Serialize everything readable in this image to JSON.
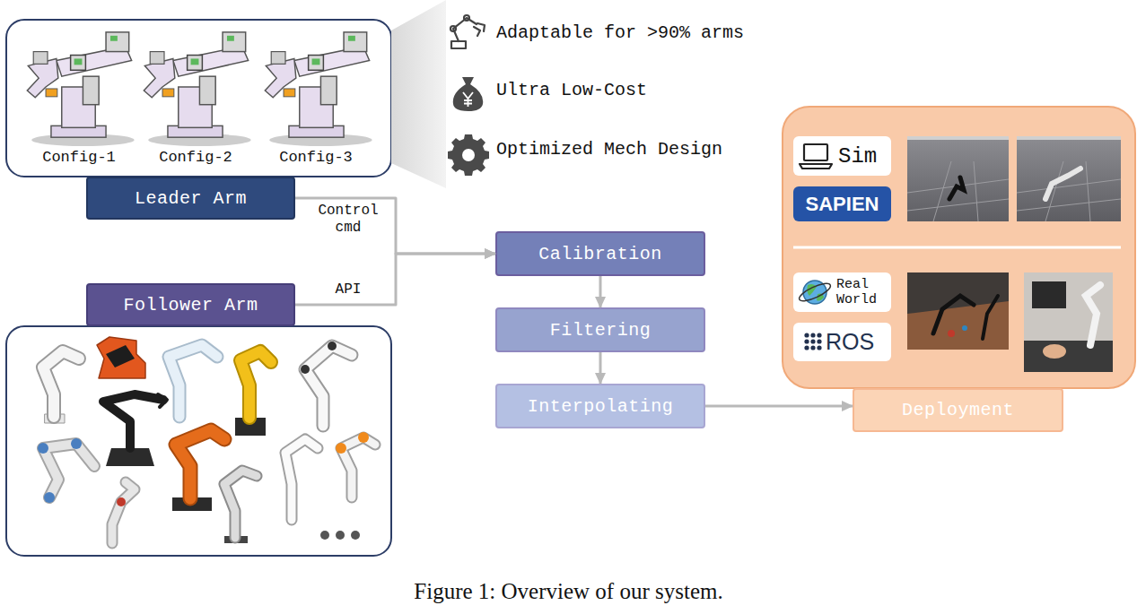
{
  "diagram": {
    "caption": "Figure 1: Overview of our system.",
    "nodes": [
      {
        "text": [
          "Leader Arm"
        ]
      },
      {
        "text": [
          "Follower Arm"
        ]
      },
      {
        "text": [
          "Calibration"
        ]
      },
      {
        "text": [
          "Filtering"
        ]
      },
      {
        "text": [
          "Interpolating"
        ]
      },
      {
        "text": [
          "Deployment"
        ]
      },
      {
        "text": [
          "Sim"
        ]
      },
      {
        "text": [
          "SAPIEN"
        ]
      },
      {
        "text": [
          "Real World"
        ]
      },
      {
        "text": [
          "ROS"
        ]
      }
    ],
    "edges": [
      {
        "from": 0,
        "to": 2,
        "arrow": "to",
        "label": "Control cmd"
      },
      {
        "from": 1,
        "to": 2,
        "arrow": "to",
        "label": "API"
      },
      {
        "from": 2,
        "to": 3,
        "arrow": "to"
      },
      {
        "from": 3,
        "to": 4,
        "arrow": "to"
      },
      {
        "from": 4,
        "to": 5,
        "arrow": "to"
      }
    ],
    "labels": [
      "Config-1",
      "Config-2",
      "Config-3",
      "Adaptable for >90% arms",
      "Ultra Low-Cost",
      "Optimized Mech Design"
    ]
  }
}
